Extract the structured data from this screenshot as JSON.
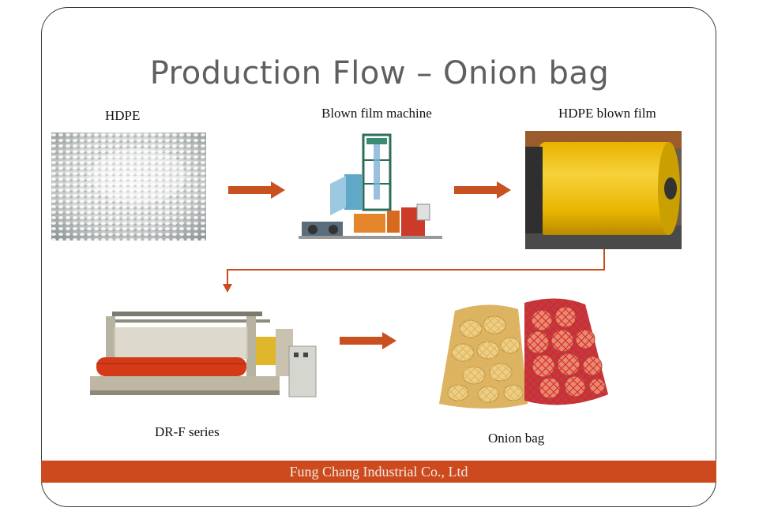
{
  "title": "Production Flow – Onion bag",
  "steps": {
    "hdpe": "HDPE",
    "blown_film_machine": "Blown film machine",
    "hdpe_blown_film": "HDPE blown film",
    "drf_series": "DR-F series",
    "onion_bag": "Onion bag"
  },
  "footer": "Fung Chang Industrial Co., Ltd",
  "colors": {
    "arrow": "#c9501f",
    "footer_bg": "#cc4a1e",
    "connector": "#cc4a1e"
  }
}
